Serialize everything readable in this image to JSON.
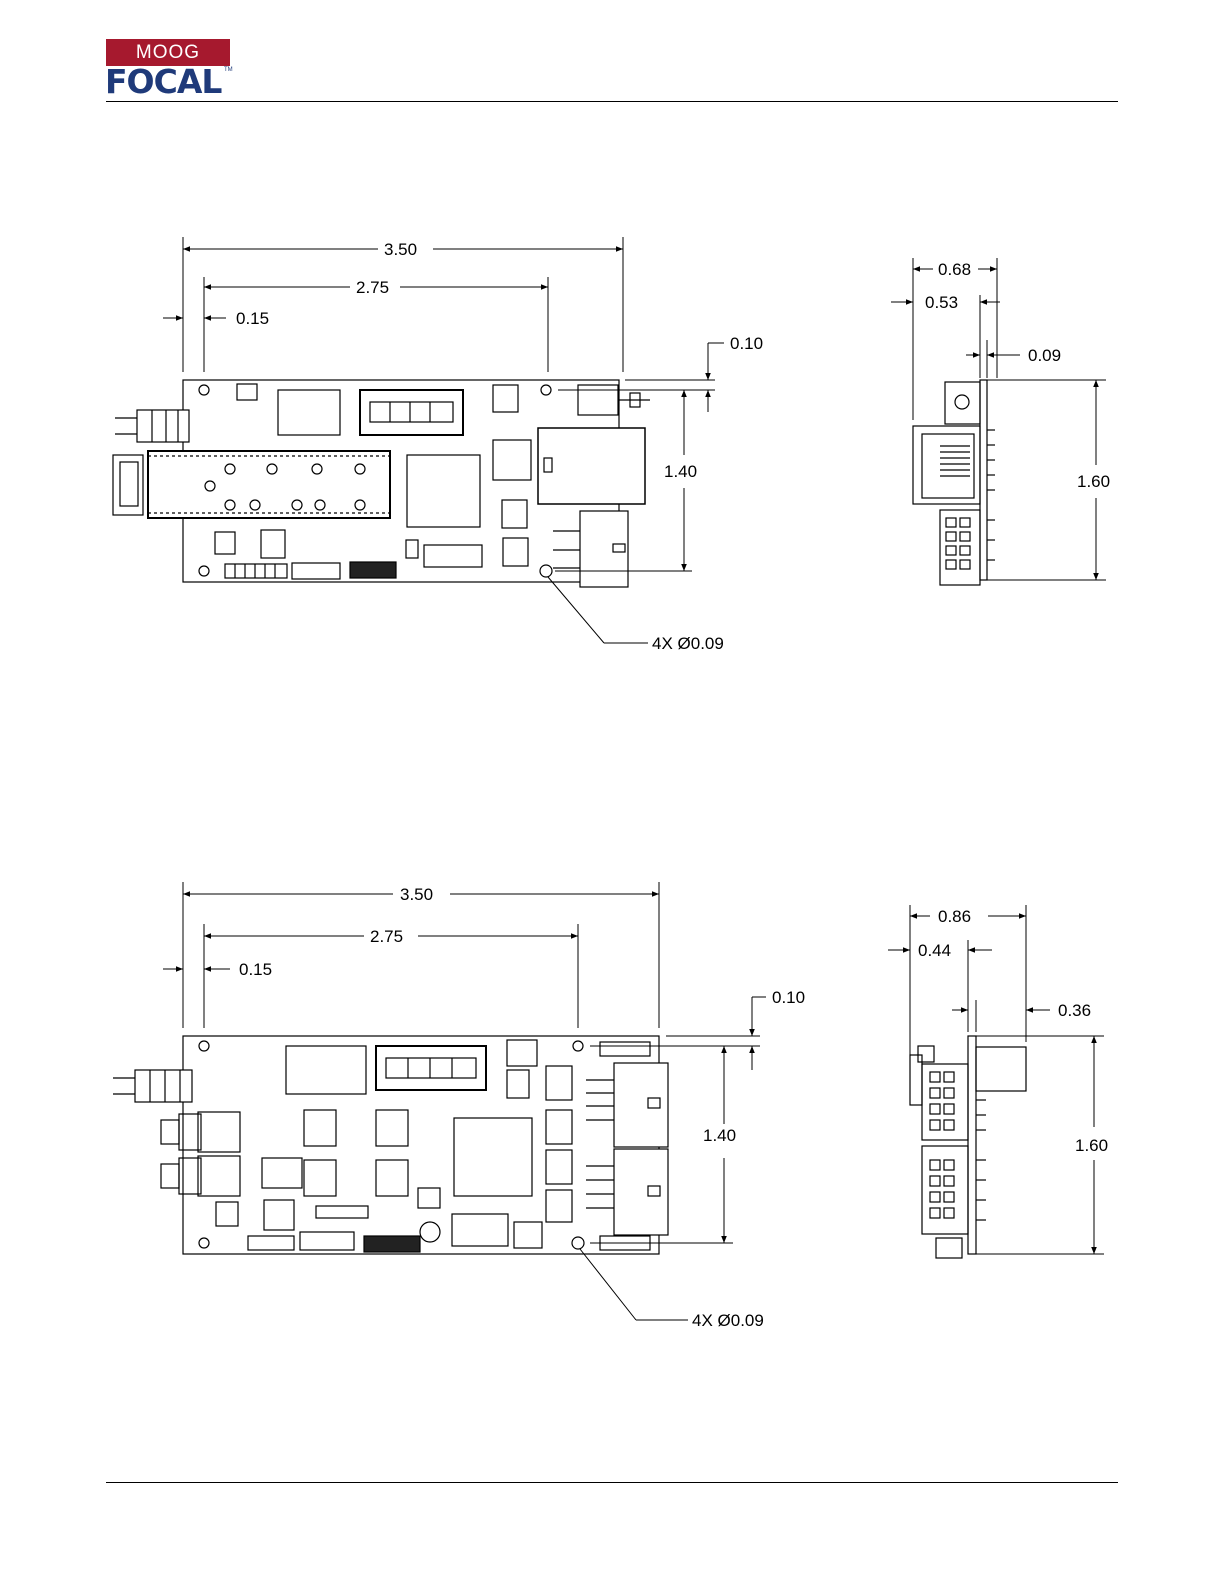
{
  "logo": {
    "top": "MOOG",
    "bottom": "FOCAL",
    "tm": "TM"
  },
  "views": [
    {
      "front": {
        "length": "3.50",
        "hole_span": "2.75",
        "hole_offset_x": "0.15",
        "hole_offset_y": "0.10",
        "width_span": "1.40",
        "holes": "4X Ø0.09"
      },
      "side": {
        "depth": "0.68",
        "top_height": "0.53",
        "board": "0.09",
        "height": "1.60"
      }
    },
    {
      "front": {
        "length": "3.50",
        "hole_span": "2.75",
        "hole_offset_x": "0.15",
        "hole_offset_y": "0.10",
        "width_span": "1.40",
        "holes": "4X Ø0.09"
      },
      "side": {
        "depth": "0.86",
        "top_height": "0.44",
        "board": "0.36",
        "height": "1.60"
      }
    }
  ],
  "colors": {
    "brand_red": "#a6192e",
    "brand_blue": "#1f3a7a",
    "line": "#000000"
  }
}
